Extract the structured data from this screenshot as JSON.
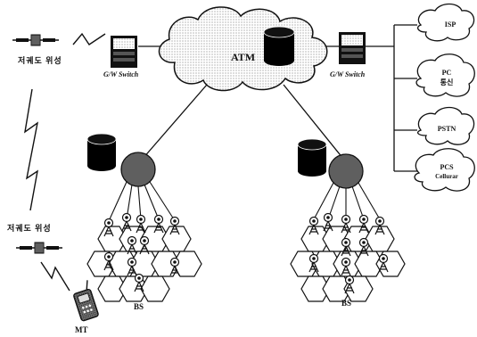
{
  "network": {
    "core_label": "ATM",
    "gateway_left_label": "G/W Switch",
    "gateway_right_label": "G/W Switch"
  },
  "satellites": {
    "top_label": "저궤도 위성",
    "bottom_label": "저궤도 위성"
  },
  "external_networks": [
    {
      "line1": "ISP",
      "line2": ""
    },
    {
      "line1": "PC",
      "line2": "통신"
    },
    {
      "line1": "PSTN",
      "line2": ""
    },
    {
      "line1": "PCS",
      "line2": "Cellurar"
    }
  ],
  "cells": {
    "left_bs_label": "BS",
    "right_bs_label": "BS"
  },
  "terminal": {
    "label": "MT"
  }
}
